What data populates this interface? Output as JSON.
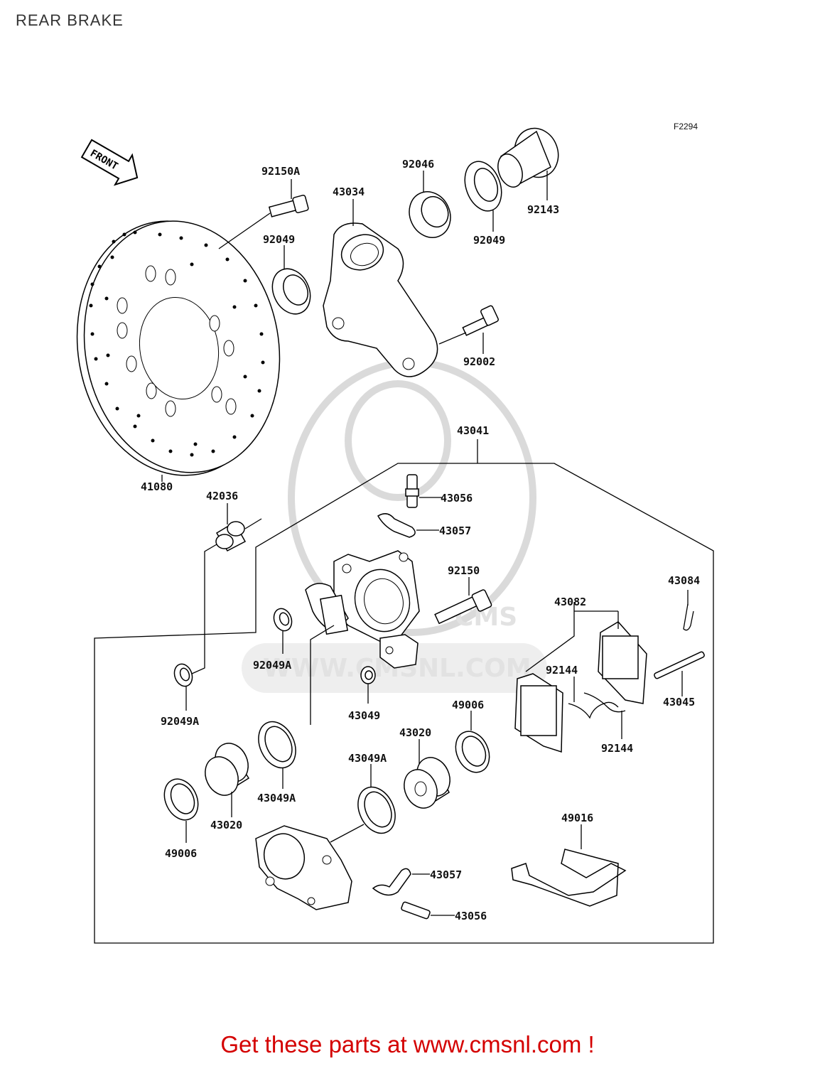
{
  "title": "REAR BRAKE",
  "diagram_code": "F2294",
  "front_label": "FRONT",
  "watermark_text": "WWW.CMSNL.COM",
  "watermark_brand": "CMS",
  "cta_text": "Get these parts at www.cmsnl.com !",
  "cta_color": "#d40000",
  "parts": {
    "p92150A": "92150A",
    "p43034": "43034",
    "p92046": "92046",
    "p92143": "92143",
    "p92049_left": "92049",
    "p92049_right": "92049",
    "p92002": "92002",
    "p41080": "41080",
    "p43041": "43041",
    "p42036": "42036",
    "p43056_top": "43056",
    "p43057_top": "43057",
    "p92150": "92150",
    "p43084": "43084",
    "p43082": "43082",
    "p92049A_mid": "92049A",
    "p92049A_left": "92049A",
    "p92144_top": "92144",
    "p43045": "43045",
    "p43049": "43049",
    "p49006_right": "49006",
    "p43020_mid": "43020",
    "p92144_bottom": "92144",
    "p43049A_left": "43049A",
    "p43049A_mid": "43049A",
    "p43020_left": "43020",
    "p49006_left": "49006",
    "p49016": "49016",
    "p43057_bottom": "43057",
    "p43056_bottom": "43056"
  }
}
